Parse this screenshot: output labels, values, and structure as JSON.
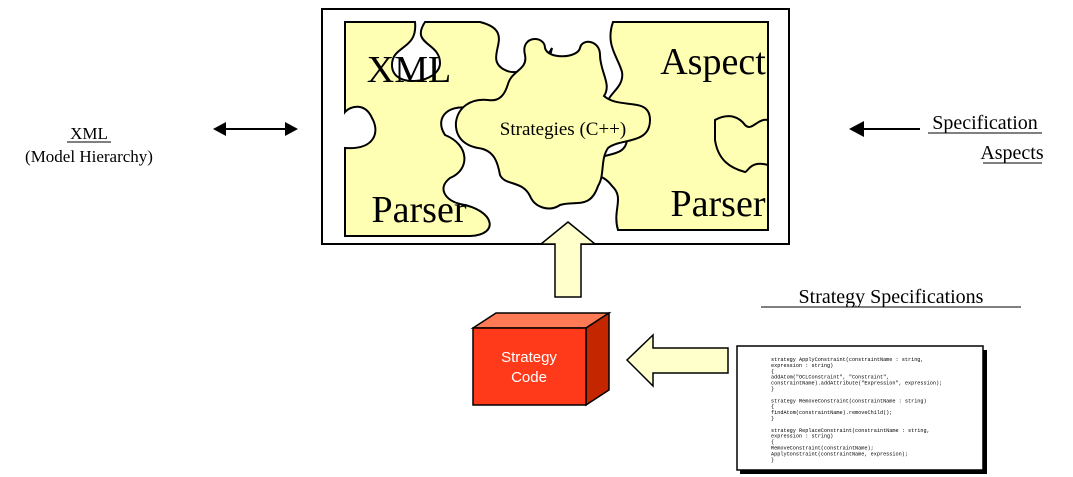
{
  "left_label": {
    "line1": "XML",
    "line2": "(Model Hierarchy)"
  },
  "right_label": {
    "line1": "Specification",
    "line2": "Aspects"
  },
  "puzzle": {
    "top_left": "XML",
    "bottom_left": "Parser",
    "top_right": "Aspect",
    "bottom_right": "Parser",
    "center": "Strategies (C++)"
  },
  "strategy_spec_label": "Strategy Specifications",
  "strategy_code_box": {
    "line1": "Strategy",
    "line2": "Code"
  },
  "code_listing": [
    "strategy ApplyConstraint(constraintName : string,",
    "expression : string)",
    "{",
    "  addAtom(\"OCLConstraint\", \"Constraint\",",
    "constraintName).addAttribute(\"Expression\", expression);",
    "}",
    "",
    "strategy RemoveConstraint(constraintName : string)",
    "{",
    "  findAtom(constraintName).removeChild();",
    "}",
    "",
    "strategy ReplaceConstraint(constraintName : string,",
    "expression : string)",
    "{",
    "  RemoveConstraint(constraintName);",
    "  ApplyConstraint(constraintName, expression);",
    "}"
  ],
  "colors": {
    "puzzle_fill": "#ffffb3",
    "box_front": "#ff3a1a",
    "box_top": "#ff7a55",
    "box_side": "#c42600",
    "arrow_fill": "#ffffcc",
    "line": "#000000"
  }
}
